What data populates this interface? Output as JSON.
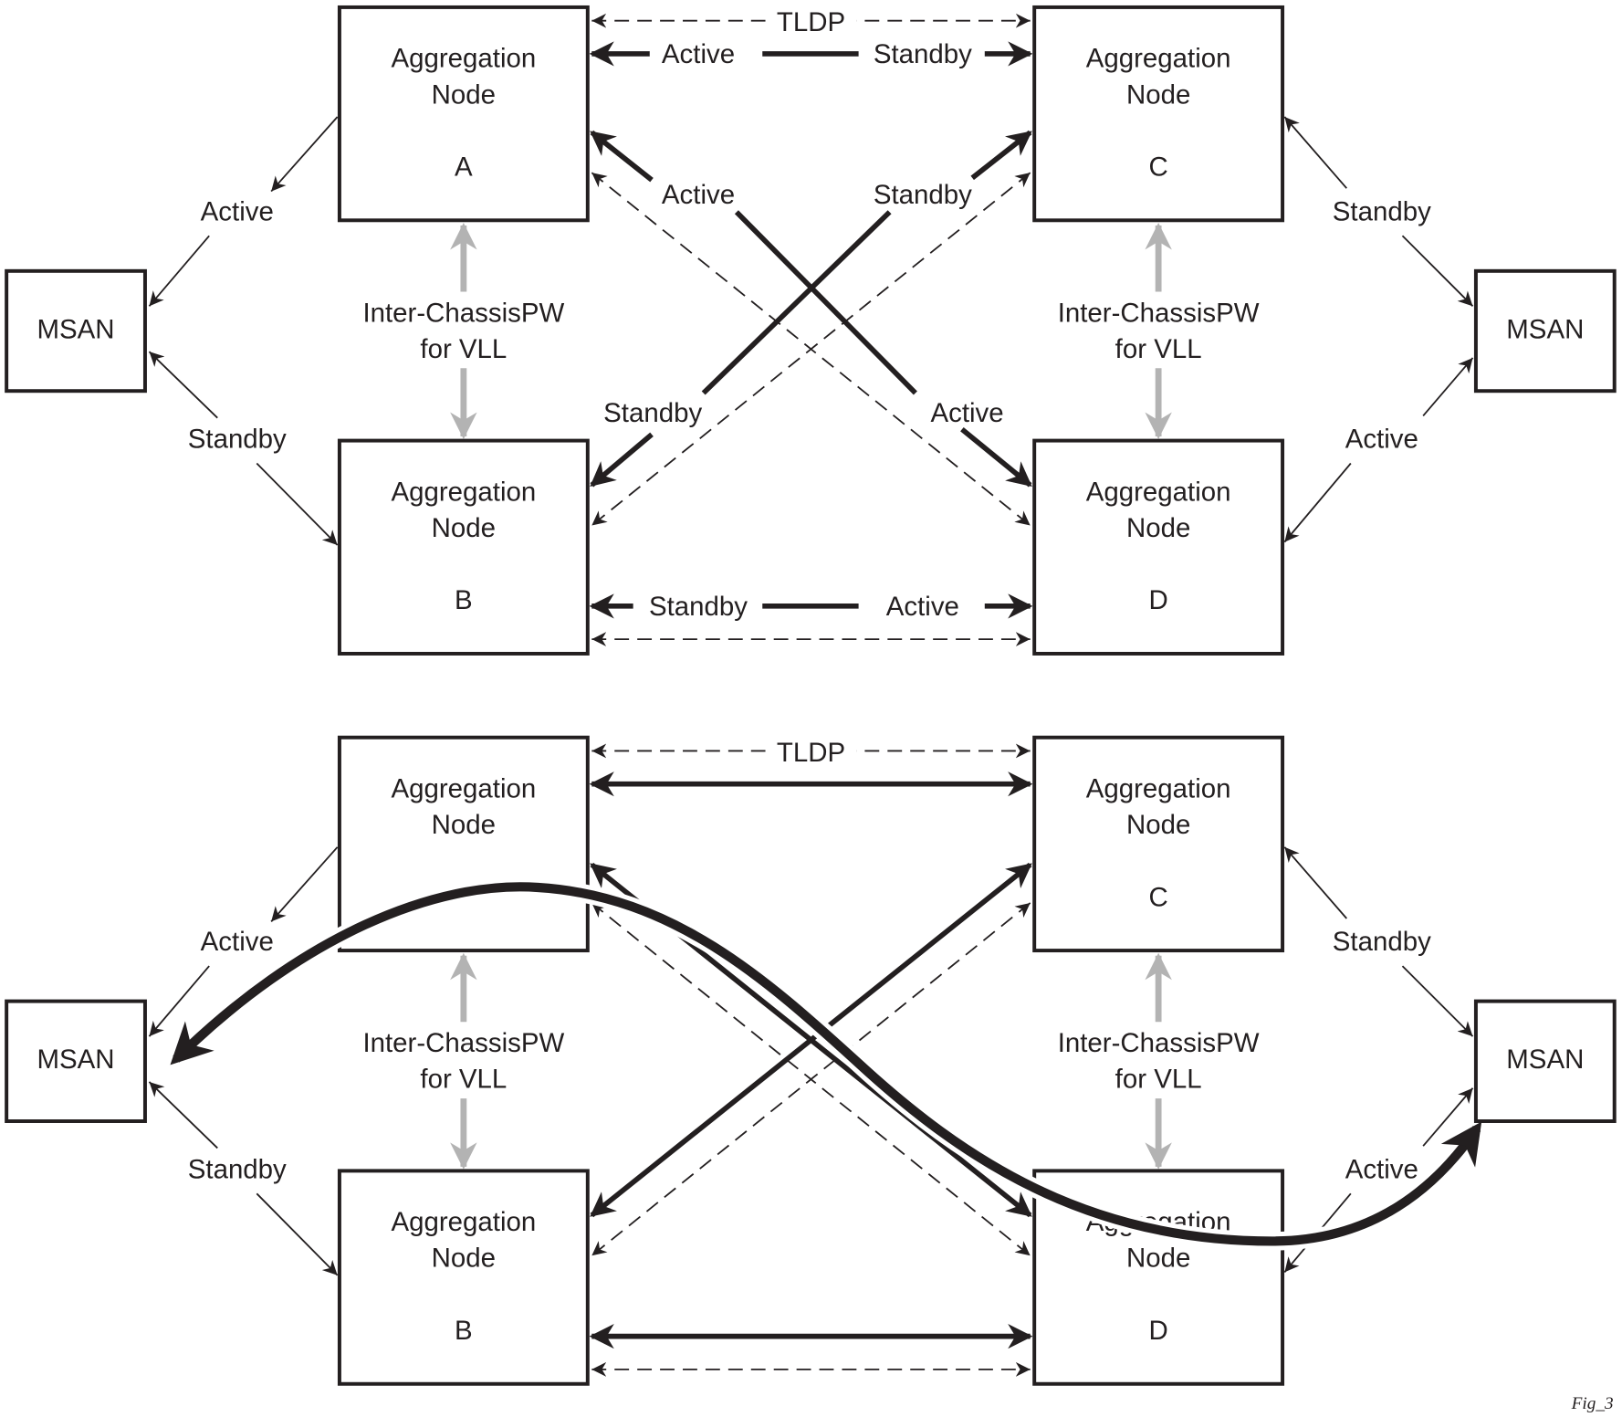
{
  "figure_label": "Fig_3",
  "colors": {
    "line": "#231f20",
    "inter_chassis_arrow": "#b3b3b3",
    "background": "#ffffff"
  },
  "top": {
    "node_a": {
      "line1": "Aggregation",
      "line2": "Node",
      "id": "A"
    },
    "node_b": {
      "line1": "Aggregation",
      "line2": "Node",
      "id": "B"
    },
    "node_c": {
      "line1": "Aggregation",
      "line2": "Node",
      "id": "C"
    },
    "node_d": {
      "line1": "Aggregation",
      "line2": "Node",
      "id": "D"
    },
    "msan_left": "MSAN",
    "msan_right": "MSAN",
    "tldp": "TLDP",
    "ac_left": "Active",
    "ac_right": "Standby",
    "bd_left": "Standby",
    "bd_right": "Active",
    "ad_top": "Active",
    "ad_bottom": "Active",
    "cb_top": "Standby",
    "cb_bottom": "Standby",
    "ab_icpw_line1": "Inter-ChassisPW",
    "ab_icpw_line2": "for VLL",
    "cd_icpw_line1": "Inter-ChassisPW",
    "cd_icpw_line2": "for VLL",
    "msan_left_a": "Active",
    "msan_left_b": "Standby",
    "msan_right_c": "Standby",
    "msan_right_d": "Active"
  },
  "bottom": {
    "node_a": {
      "line1": "Aggregation",
      "line2": "Node"
    },
    "node_b": {
      "line1": "Aggregation",
      "line2": "Node",
      "id": "B"
    },
    "node_c": {
      "line1": "Aggregation",
      "line2": "Node",
      "id": "C"
    },
    "node_d": {
      "line1": "Aggregation",
      "line2": "Node",
      "id": "D"
    },
    "msan_left": "MSAN",
    "msan_right": "MSAN",
    "tldp": "TLDP",
    "ab_icpw_line1": "Inter-ChassisPW",
    "ab_icpw_line2": "for VLL",
    "cd_icpw_line1": "Inter-ChassisPW",
    "cd_icpw_line2": "for VLL",
    "msan_left_a": "Active",
    "msan_left_b": "Standby",
    "msan_right_c": "Standby",
    "msan_right_d": "Active"
  }
}
